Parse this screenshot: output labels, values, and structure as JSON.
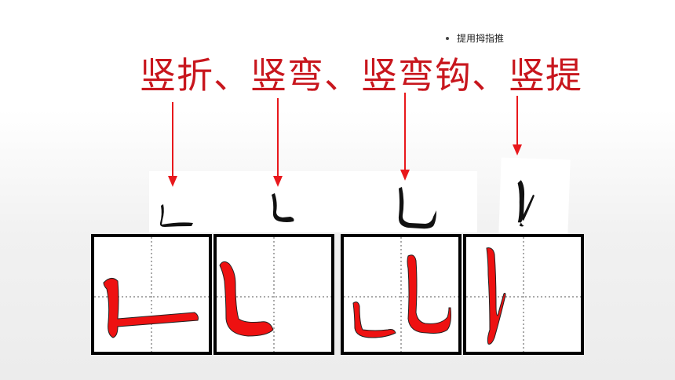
{
  "note": {
    "text": "提用拇指推"
  },
  "title": {
    "text": "竖折、竖弯、竖弯钩、竖提"
  },
  "strokes": [
    {
      "name": "竖折"
    },
    {
      "name": "竖弯"
    },
    {
      "name": "竖弯钩"
    },
    {
      "name": "竖提"
    }
  ],
  "colors": {
    "title": "#c8161d",
    "arrow": "#e8181c",
    "stroke_fill": "#ee1111",
    "grid_border": "#000000",
    "brush": "#111111"
  }
}
